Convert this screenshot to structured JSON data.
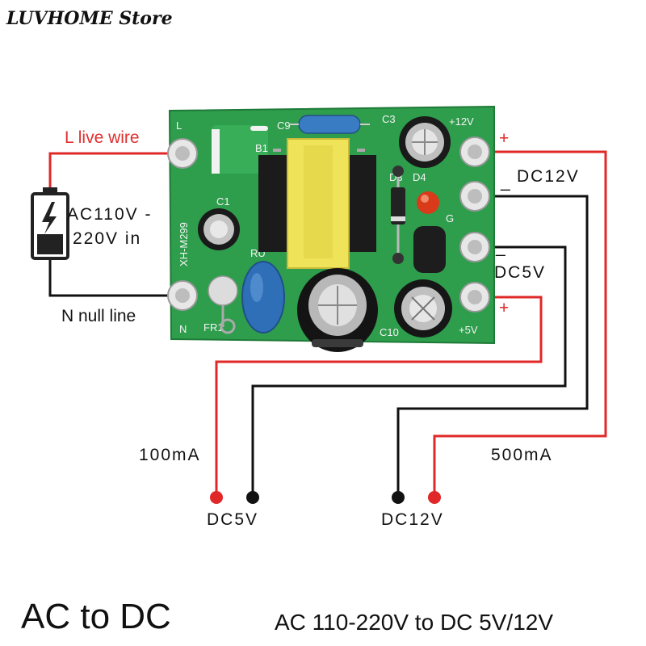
{
  "store_name": "LUVHOME Store",
  "labels": {
    "live_wire": "L live wire",
    "null_line": "N null line",
    "ac_input_line1": "AC110V -",
    "ac_input_line2": "220V in",
    "dc12v_side": "DC12V",
    "dc5v_side": "DC5V",
    "plus_top": "+",
    "plus_bottom": "+",
    "minus_top": "_",
    "minus_bottom": "_",
    "current_5v": "100mA",
    "current_12v": "500mA",
    "dc5v_bottom": "DC5V",
    "dc12v_bottom": "DC12V"
  },
  "board_silkscreen": {
    "l": "L",
    "n": "N",
    "g": "G",
    "plus12": "+12V",
    "plus5": "+5V",
    "model": "XH-M299",
    "c9": "C9",
    "c3": "C3",
    "b1": "B1",
    "c1": "C1",
    "d3": "D3",
    "d4": "D4",
    "fr1": "FR1",
    "ru": "RU",
    "c10": "C10"
  },
  "footer": {
    "left": "AC to DC",
    "right": "AC 110-220V to DC 5V/12V"
  },
  "colors": {
    "wire_red": "#e02828",
    "wire_black": "#111111",
    "pcb_green": "#2e9d4c",
    "live_label_red": "#e03030",
    "transformer_yellow": "#efe35a"
  }
}
